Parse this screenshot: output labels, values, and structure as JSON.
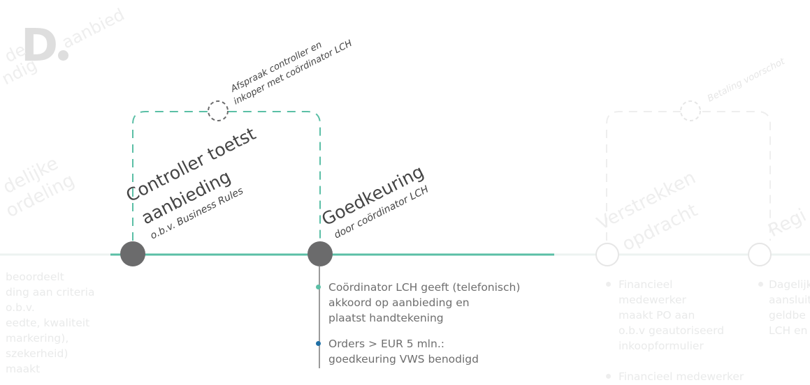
{
  "logo": {
    "letter": "D"
  },
  "background_fragments": {
    "top_left_1": "de",
    "top_left_2": "ndig",
    "top_left_3": "aanbied",
    "left_mid_1": "delijke",
    "left_mid_2": "ordeling",
    "right_reg": "Regi",
    "left_bullets": "beoordeelt\nding aan criteria\no.b.v.\needte, kwaliteit\nmarkering),\nszekerheid)\nmaakt"
  },
  "steps": [
    {
      "id": "controller",
      "title_line1": "Controller toetst",
      "title_line2": "aanbieding",
      "subtitle": "o.b.v. Business Rules",
      "state": "active"
    },
    {
      "id": "goedkeuring",
      "title_line1": "Goedkeuring",
      "subtitle": "door coördinator LCH",
      "state": "active"
    },
    {
      "id": "verstrekken",
      "title_line1": "Verstrekken",
      "title_line2": "opdracht",
      "state": "faded"
    }
  ],
  "side_loops": [
    {
      "label_line1": "Afspraak controller en",
      "label_line2": "inkoper met coördinator LCH",
      "state": "active"
    },
    {
      "label_line1": "Betaling voorschot",
      "state": "faded"
    }
  ],
  "goedkeuring_bullets": [
    {
      "text": "Coördinator LCH geeft (telefonisch)\nakkoord op aanbieding en\nplaatst handtekening",
      "dot_color": "#5bbfa6"
    },
    {
      "text": "Orders > EUR 5 mln.:\ngoedkeuring VWS benodigd",
      "dot_color": "#1f6fa5"
    }
  ],
  "verstrekken_bullets": [
    {
      "text": "Financieel\nmedewerker\nmaakt PO aan\no.b.v geautoriseerd\ninkoopformulier"
    },
    {
      "text": "Financieel medewerker"
    }
  ],
  "right_bullets": [
    {
      "text": "Dagelijk\naansluit\ngeldbe\nLCH en"
    }
  ],
  "colors": {
    "accent": "#5bbfa6",
    "node_active": "#6b6b6c",
    "text_active": "#444444",
    "faded": "#e9eaea",
    "blue_dot": "#1f6fa5"
  }
}
